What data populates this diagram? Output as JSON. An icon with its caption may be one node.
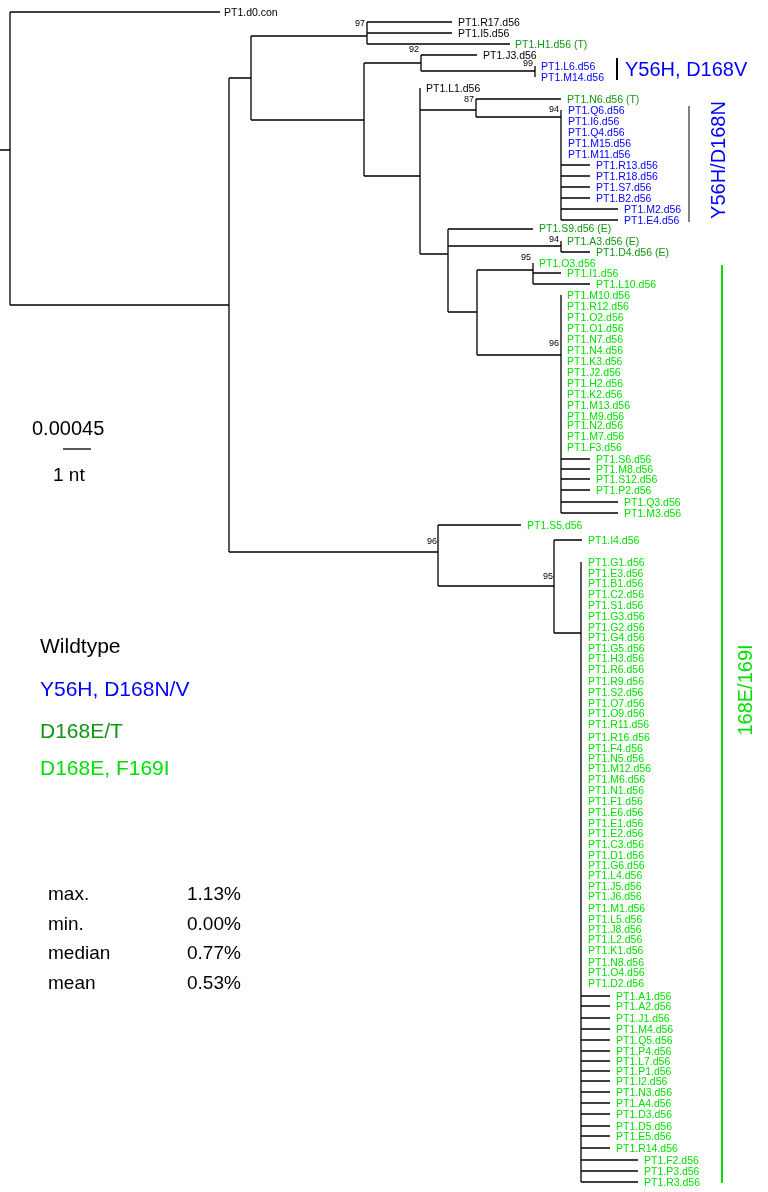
{
  "diagram": {
    "labels": [
      "PT1.d0.con",
      "97",
      "PT1.R17.d56",
      "PT1.I5.d56",
      "PT1.H1.d56 (T)",
      "92",
      "PT1.J3.d56",
      "99",
      "PT1.L6.d56",
      "PT1.M14.d56",
      "Y56H, D168V",
      "PT1.L1.d56",
      "87",
      "PT1.N6.d56 (T)",
      "94",
      "PT1.Q6.d56",
      "PT1.I6.d56",
      "PT1.Q4.d56",
      "PT1.M15.d56",
      "PT1.M11.d56",
      "PT1.R13.d56",
      "PT1.R18.d56",
      "PT1.S7.d56",
      "PT1.B2.d56",
      "PT1.M2.d56",
      "PT1.E4.d56",
      "Y56H/D168N",
      "PT1.S9.d56 (E)",
      "94",
      "PT1.A3.d56 (E)",
      "PT1.D4.d56 (E)",
      "95",
      "PT1.O3.d56",
      "PT1.I1.d56",
      "PT1.L10.d56",
      "168E/169I",
      "PT1.M10.d56",
      "PT1.R12.d56",
      "PT1.O2.d56",
      "PT1.O1.d56",
      "PT1.N7.d56",
      "96",
      "PT1.N4.d56",
      "PT1.K3.d56",
      "PT1.J2.d56",
      "PT1.H2.d56",
      "PT1.K2.d56",
      "PT1.M13.d56",
      "PT1.M9.d56",
      "PT1.N2.d56",
      "PT1.M7.d56",
      "PT1.F3.d56",
      "PT1.S6.d56",
      "PT1.M8.d56",
      "PT1.S12.d56",
      "PT1.P2.d56",
      "PT1.Q3.d56",
      "PT1.M3.d56",
      "PT1.S5.d56",
      "96",
      "PT1.I4.d56",
      "95",
      "PT1.G1.d56",
      "PT1.E3.d56",
      "PT1.B1.d56",
      "PT1.C2.d56",
      "PT1.S1.d56",
      "PT1.G3.d56",
      "PT1.G2.d56",
      "PT1.G4.d56",
      "PT1.G5.d56",
      "PT1.H3.d56",
      "PT1.R6.d56",
      "PT1.R9.d56",
      "PT1.S2.d56",
      "PT1.O7.d56",
      "PT1.O9.d56",
      "PT1.R11.d56",
      "PT1.R16.d56",
      "PT1.F4.d56",
      "PT1.N5.d56",
      "PT1.M12.d56",
      "PT1.M6.d56",
      "PT1.N1.d56",
      "PT1.F1.d56",
      "PT1.E6.d56",
      "PT1.E1.d56",
      "PT1.E2.d56",
      "PT1.C3.d56",
      "PT1.D1.d56",
      "PT1.G6.d56",
      "PT1.L4.d56",
      "PT1.J5.d56",
      "PT1.J6.d56",
      "PT1.M1.d56",
      "PT1.L5.d56",
      "PT1.J8.d56",
      "PT1.L2.d56",
      "PT1.K1.d56",
      "PT1.N8.d56",
      "PT1.O4.d56",
      "PT1.D2.d56",
      "PT1.A1.d56",
      "PT1.A2.d56",
      "PT1.J1.d56",
      "PT1.M4.d56",
      "PT1.Q5.d56",
      "PT1.P4.d56",
      "PT1.L7.d56",
      "PT1.P1.d56",
      "PT1.I2.d56",
      "PT1.N3.d56",
      "PT1.A4.d56",
      "PT1.D3.d56",
      "PT1.D5.d56",
      "PT1.E5.d56",
      "PT1.R14.d56",
      "PT1.F2.d56",
      "PT1.P3.d56",
      "PT1.R3.d56",
      "0.00045",
      "1 nt",
      "max.",
      "1.13%",
      "min.",
      "0.00%",
      "median",
      "0.77%",
      "mean",
      "0.53%"
    ],
    "legend": [
      {
        "text": "Wildtype",
        "color": "#000000"
      },
      {
        "text": "Y56H, D168N/V",
        "color": "#0000ff"
      },
      {
        "text": "D168E/T",
        "color": "#119611"
      },
      {
        "text": "D168E, F169I",
        "color": "#00e000"
      }
    ]
  }
}
